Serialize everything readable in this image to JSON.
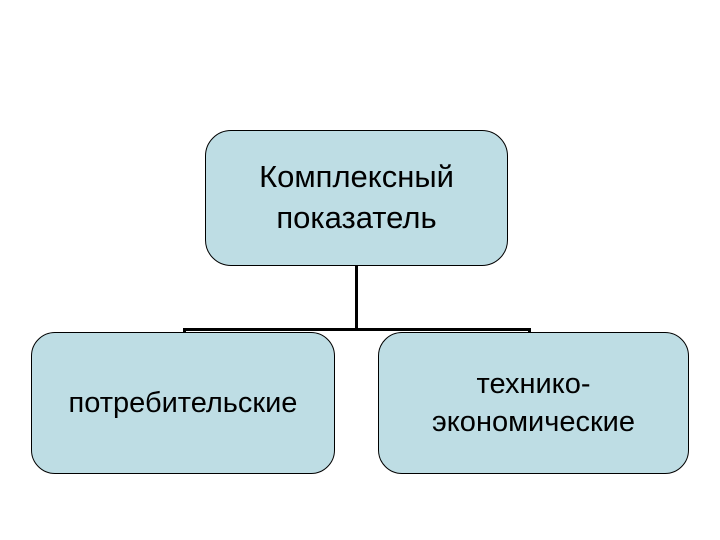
{
  "diagram": {
    "type": "hierarchy-tree",
    "background_color": "#ffffff",
    "node_fill_color": "#bedde4",
    "node_border_color": "#000000",
    "connector_color": "#000000",
    "text_color": "#000000",
    "root": {
      "id": "root",
      "label": "Комплексный\nпоказатель",
      "line1": "Комплексный",
      "line2": "показатель"
    },
    "children": [
      {
        "id": "consumer",
        "label": "потребительские",
        "line1": "потребительские",
        "line2": ""
      },
      {
        "id": "techeco",
        "label": "технико-\nэкономические",
        "line1": "технико-",
        "line2": "экономические"
      }
    ],
    "edges": [
      {
        "from": "root",
        "to": "consumer"
      },
      {
        "from": "root",
        "to": "techeco"
      }
    ]
  }
}
